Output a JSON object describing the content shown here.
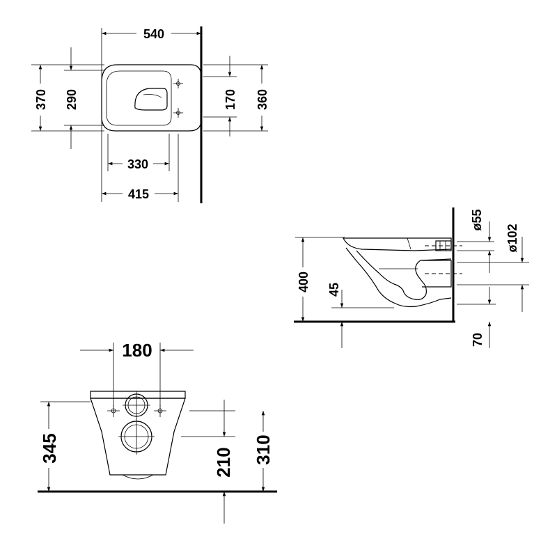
{
  "top_view": {
    "dims": [
      "540",
      "370",
      "290",
      "170",
      "360",
      "330",
      "415"
    ]
  },
  "side_view": {
    "dims": [
      "400",
      "45",
      "ø55",
      "ø102",
      "70"
    ]
  },
  "front_view": {
    "dims": [
      "180",
      "345",
      "210",
      "310"
    ]
  }
}
